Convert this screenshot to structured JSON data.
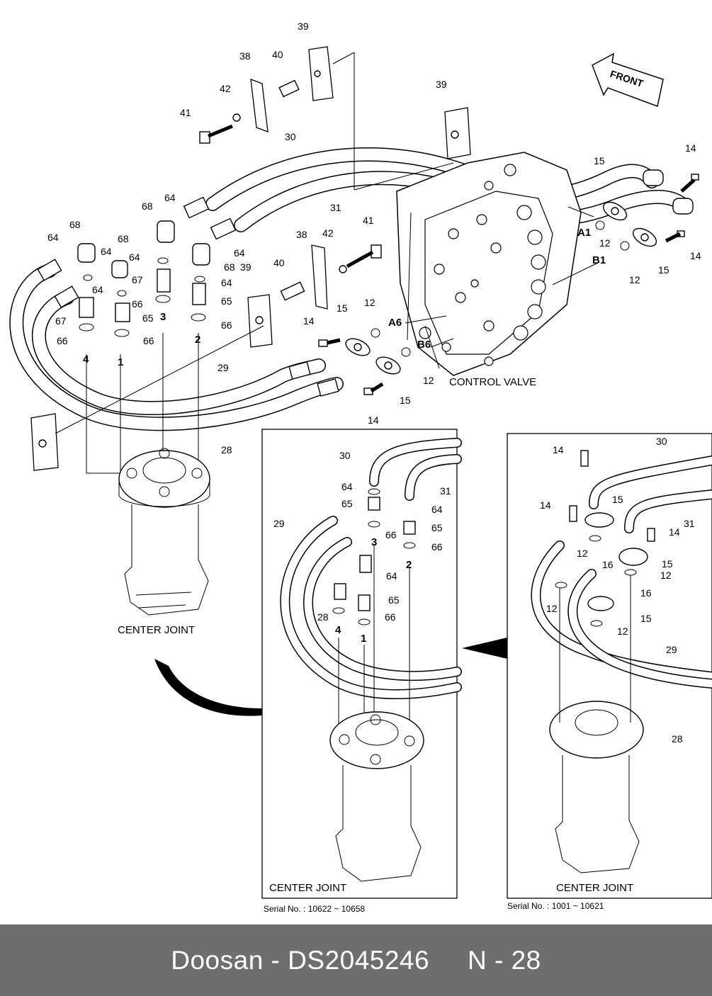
{
  "labels": {
    "front": "FRONT",
    "control_valve": "CONTROL VALVE",
    "center_joint_main": "CENTER JOINT",
    "center_joint_inset_a": "CENTER JOINT",
    "center_joint_inset_b": "CENTER JOINT",
    "serial_a": "Serial No. : 10622 ~ 10658",
    "serial_b": "Serial No. : 1001 ~ 10621",
    "port_a1": "A1",
    "port_b1": "B1",
    "port_a6": "A6",
    "port_b6": "B6",
    "port_1": "1",
    "port_2": "2",
    "port_3": "3",
    "port_4": "4"
  },
  "part_numbers": {
    "p12": "12",
    "p14": "14",
    "p15": "15",
    "p16": "16",
    "p28": "28",
    "p29": "29",
    "p30": "30",
    "p31": "31",
    "p38": "38",
    "p39": "39",
    "p40": "40",
    "p41": "41",
    "p42": "42",
    "p64": "64",
    "p65": "65",
    "p66": "66",
    "p67": "67",
    "p68": "68"
  },
  "footer": {
    "text": "Doosan - DS2045246     N - 28"
  }
}
